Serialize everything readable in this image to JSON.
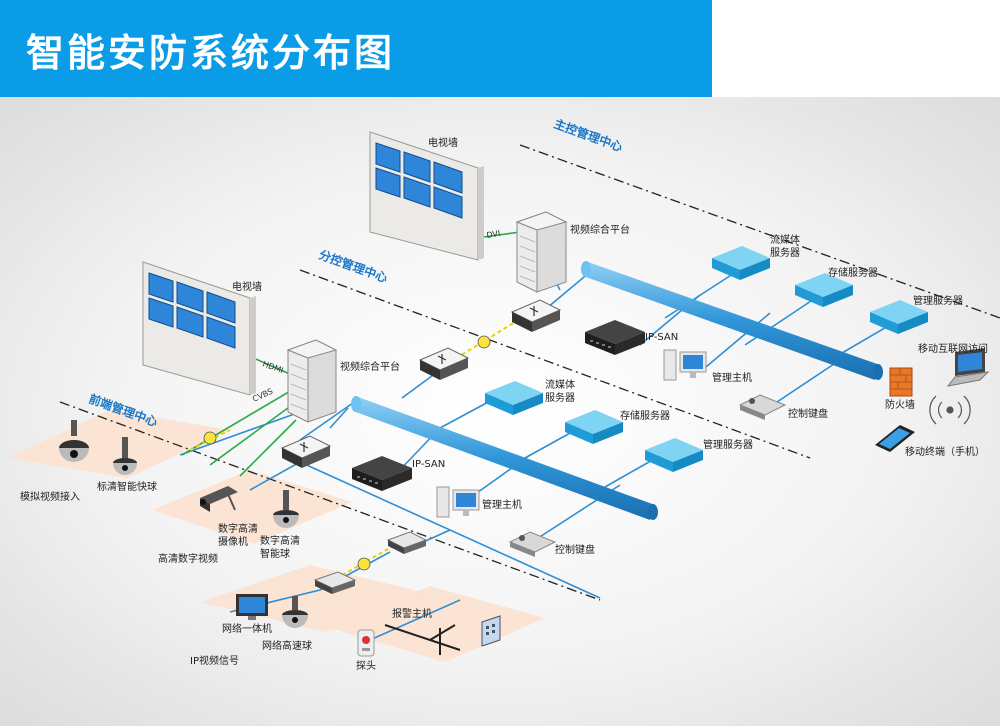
{
  "title": "智能安防系统分布图",
  "zones": {
    "main": "主控管理中心",
    "branch": "分控管理中心",
    "front": "前端管理中心"
  },
  "main_center": {
    "tv_wall": "电视墙",
    "dvi": "DVI",
    "video_platform": "视频综合平台",
    "streaming_server": [
      "流媒体",
      "服务器"
    ],
    "storage_server": "存储服务器",
    "mgmt_server": "管理服务器",
    "ip_san": "IP-SAN",
    "mgmt_host": "管理主机",
    "control_keyboard": "控制键盘",
    "firewall": "防火墙",
    "mobile_internet": "移动互联网访问",
    "mobile_terminal": "移动终端（手机）"
  },
  "branch_center": {
    "tv_wall": "电视墙",
    "hdmi": "HDMI",
    "cvbs": "CVBS",
    "video_platform": "视频综合平台",
    "streaming_server": [
      "流媒体",
      "服务器"
    ],
    "storage_server": "存储服务器",
    "mgmt_server": "管理服务器",
    "ip_san": "IP-SAN",
    "mgmt_host": "管理主机",
    "control_keyboard": "控制键盘"
  },
  "front_end": {
    "analog_input": "模拟视频接入",
    "sd_dome": "标清智能快球",
    "hd_camera": [
      "数字高清",
      "摄像机"
    ],
    "hd_dome": [
      "数字高清",
      "智能球"
    ],
    "hd_digital_video": "高清数字视频",
    "network_allinone": "网络一体机",
    "network_speed_dome": "网络高速球",
    "ip_video_signal": "IP视频信号",
    "alarm_host": "报警主机",
    "detector": "探头"
  },
  "colors": {
    "header": "#0a9ce6",
    "network_line": "#2e8fd6",
    "green_line": "#2aa84a",
    "zone_fill": "#fbe3d2",
    "server_blue": "#35b6e6",
    "screen_blue": "#2f86d8"
  }
}
